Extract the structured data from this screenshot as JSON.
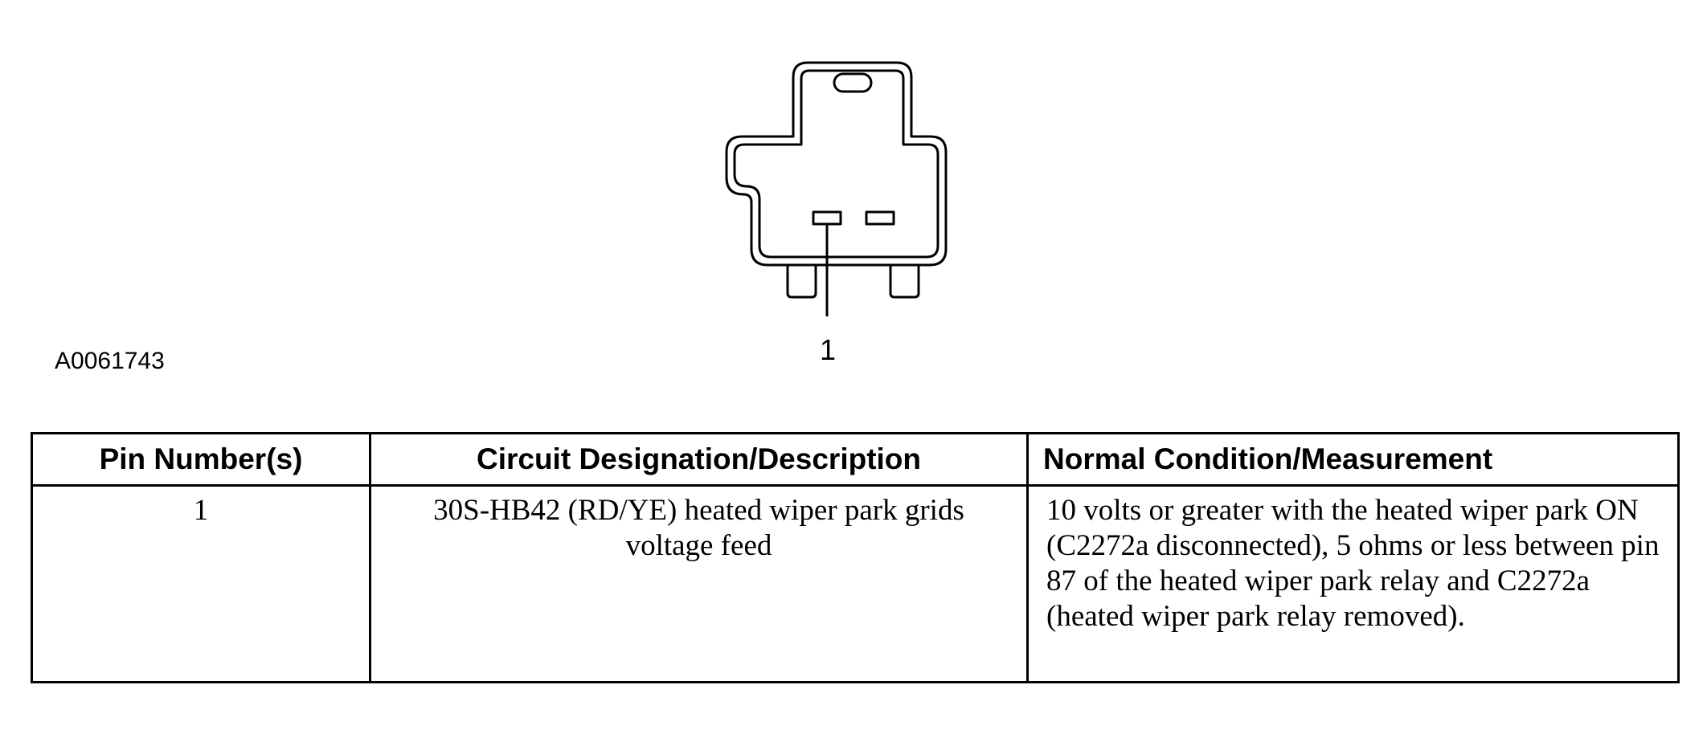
{
  "figure": {
    "id": "A0061743",
    "callout": "1"
  },
  "table": {
    "headers": [
      "Pin Number(s)",
      "Circuit Designation/Description",
      "Normal Condition/Measurement"
    ],
    "rows": [
      {
        "pin": "1",
        "circuit": "30S-HB42 (RD/YE) heated wiper park grids voltage feed",
        "measurement": "10 volts or greater with the heated wiper park ON (C2272a disconnected), 5 ohms or less between pin 87 of the heated wiper park relay and C2272a (heated wiper park relay removed)."
      }
    ]
  }
}
